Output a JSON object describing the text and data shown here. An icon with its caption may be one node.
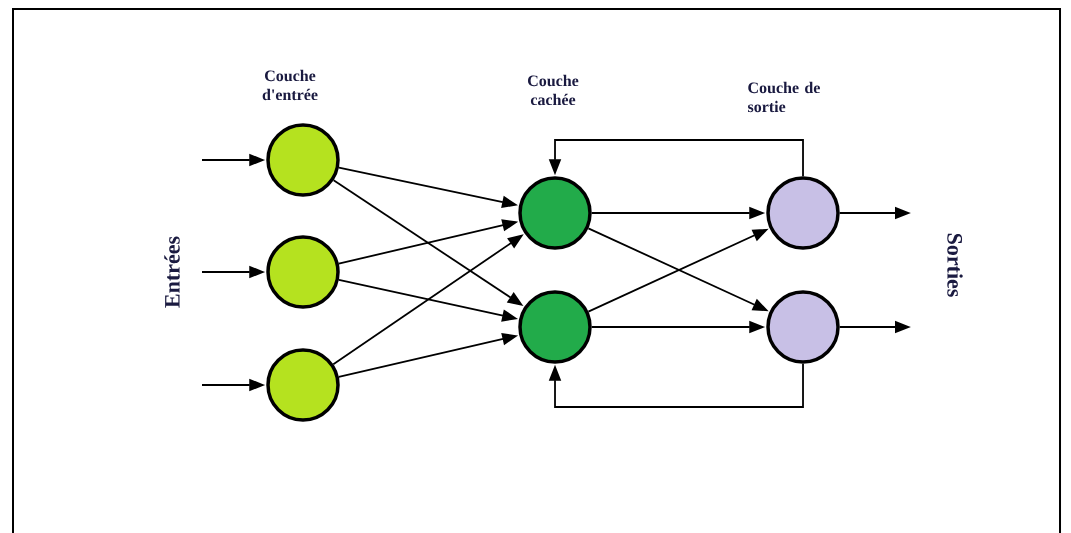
{
  "diagram": {
    "nodes": [
      {
        "text": [],
        "shape": "circle"
      },
      {
        "text": [],
        "shape": "circle"
      },
      {
        "text": [],
        "shape": "circle"
      },
      {
        "text": [],
        "shape": "circle"
      },
      {
        "text": [],
        "shape": "circle"
      },
      {
        "text": [],
        "shape": "circle"
      },
      {
        "text": [],
        "shape": "circle"
      }
    ],
    "edges": [
      {
        "from": null,
        "to": 0,
        "arrow": "to"
      },
      {
        "from": null,
        "to": 1,
        "arrow": "to"
      },
      {
        "from": null,
        "to": 2,
        "arrow": "to"
      },
      {
        "from": 0,
        "to": 3,
        "arrow": "to"
      },
      {
        "from": 0,
        "to": 4,
        "arrow": "to"
      },
      {
        "from": 1,
        "to": 3,
        "arrow": "to"
      },
      {
        "from": 1,
        "to": 4,
        "arrow": "to"
      },
      {
        "from": 2,
        "to": 3,
        "arrow": "to"
      },
      {
        "from": 2,
        "to": 4,
        "arrow": "to"
      },
      {
        "from": 3,
        "to": 5,
        "arrow": "to"
      },
      {
        "from": 3,
        "to": 6,
        "arrow": "to"
      },
      {
        "from": 4,
        "to": 5,
        "arrow": "to"
      },
      {
        "from": 4,
        "to": 6,
        "arrow": "to"
      },
      {
        "from": 5,
        "to": null,
        "arrow": "to"
      },
      {
        "from": 6,
        "to": null,
        "arrow": "to"
      },
      {
        "from": 5,
        "to": 3,
        "arrow": "to"
      },
      {
        "from": 6,
        "to": 4,
        "arrow": "to"
      }
    ],
    "labels": [
      "Couche d'entrée",
      "Couche cachée",
      "Couche de sortie",
      "Entrées",
      "Sorties"
    ]
  }
}
